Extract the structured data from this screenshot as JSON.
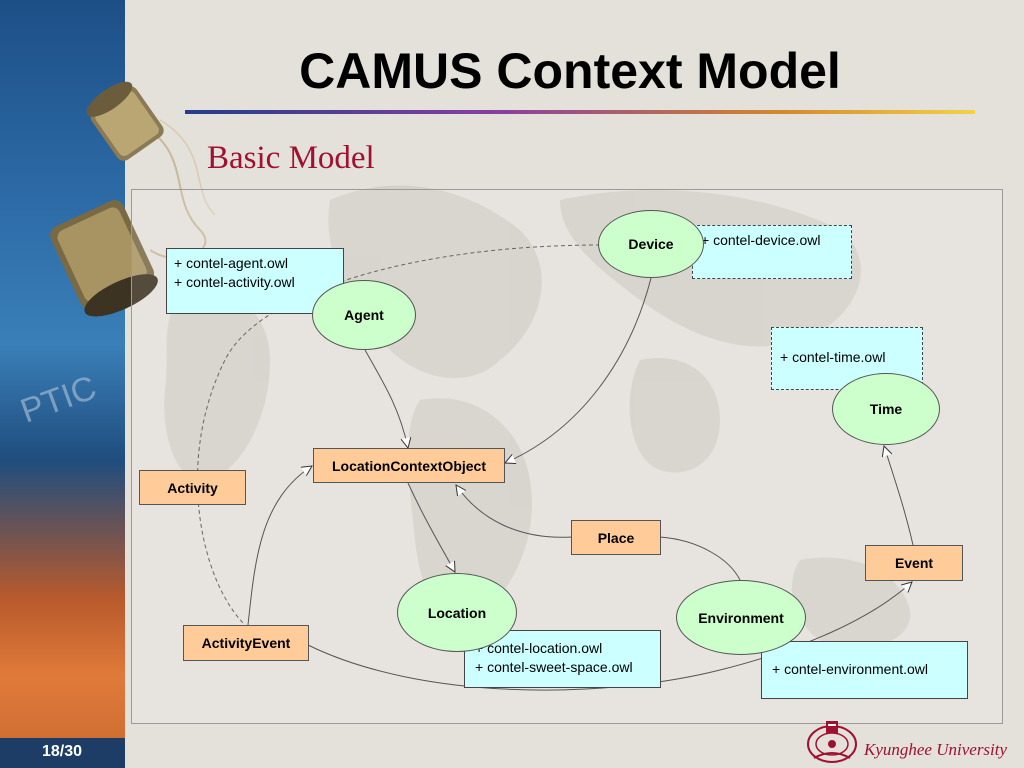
{
  "slide": {
    "title": "CAMUS Context Model",
    "subtitle": "Basic Model",
    "page_number": "18/30",
    "university": "Kyunghee University"
  },
  "nodes": {
    "device": "Device",
    "agent": "Agent",
    "time": "Time",
    "location_context_object": "LocationContextObject",
    "activity": "Activity",
    "place": "Place",
    "event": "Event",
    "location": "Location",
    "environment": "Environment",
    "activity_event": "ActivityEvent"
  },
  "notes": {
    "agent": [
      "+ contel-agent.owl",
      "+ contel-activity.owl"
    ],
    "device": [
      "+ contel-device.owl"
    ],
    "time": [
      "+ contel-time.owl"
    ],
    "location": [
      "+ contel-location.owl",
      "+ contel-sweet-space.owl"
    ],
    "environment": [
      "+ contel-environment.owl"
    ]
  },
  "colors": {
    "entity_fill": "#ffcc99",
    "class_fill": "#ccffcc",
    "note_fill": "#ccffff",
    "title_red": "#a01030"
  }
}
